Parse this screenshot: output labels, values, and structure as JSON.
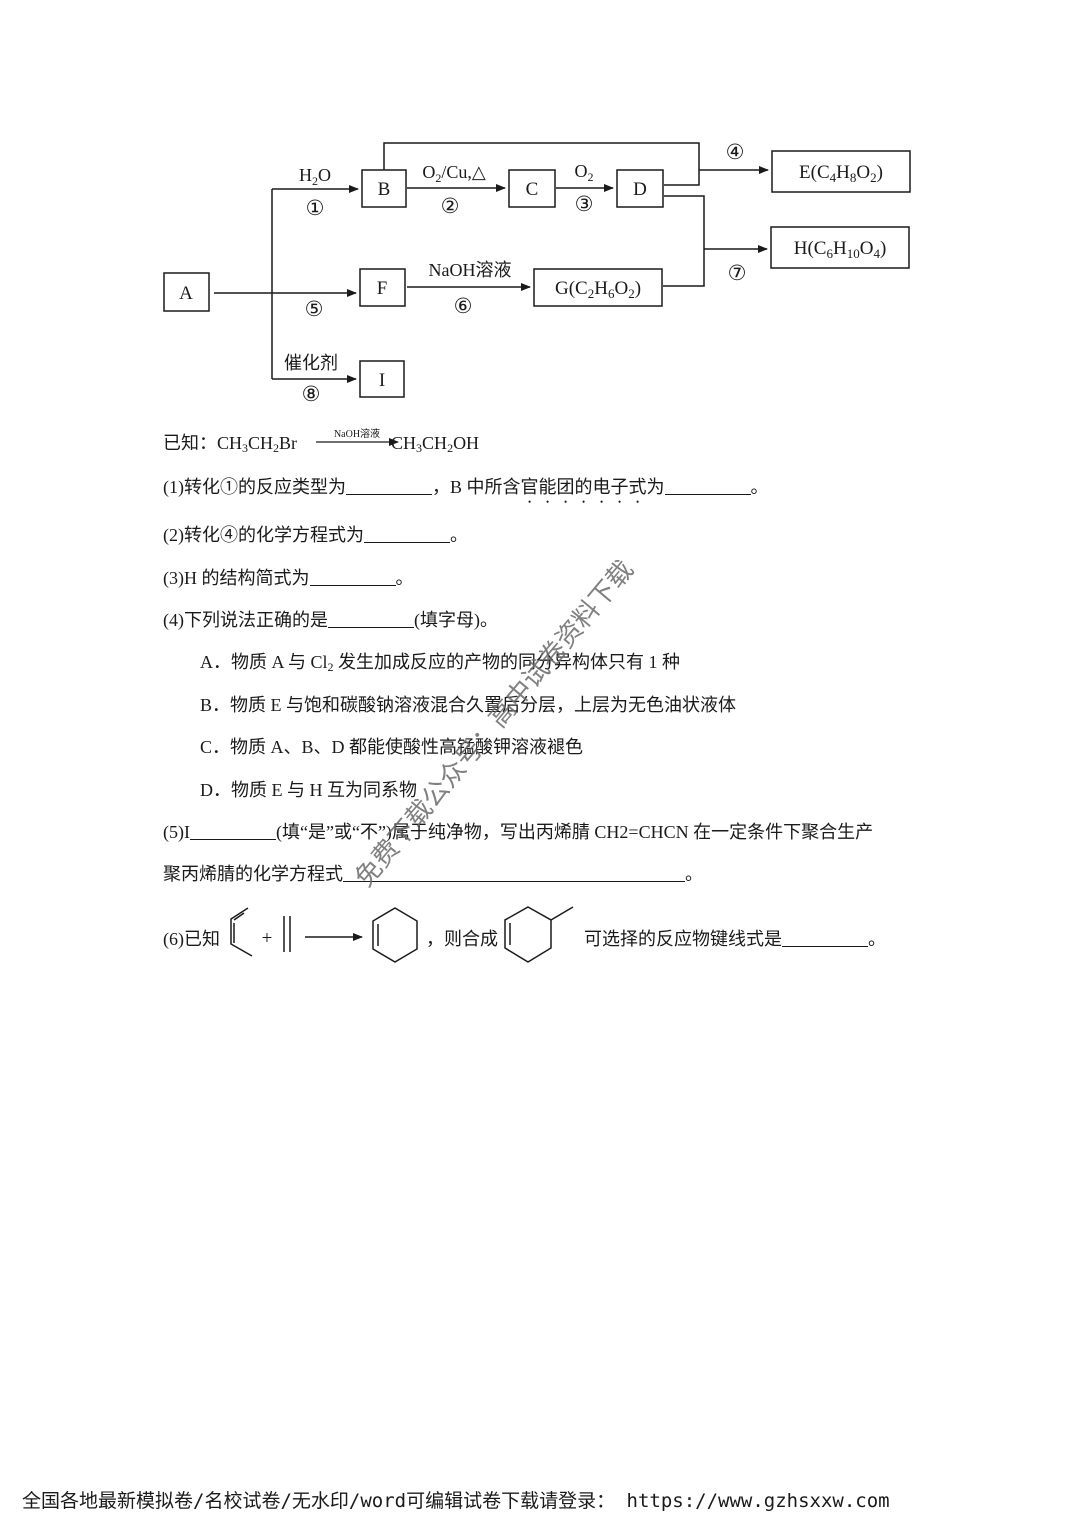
{
  "diagram": {
    "nodes": {
      "A": "A",
      "B": "B",
      "C": "C",
      "D": "D",
      "E": "E(C4H8O2)",
      "F": "F",
      "G": "G(C2H6O2)",
      "H": "H(C6H10O4)",
      "I": "I"
    },
    "reagents": {
      "r1": "H2O",
      "r2": "O2/Cu,△",
      "r3": "O2",
      "r6": "NaOH溶液",
      "r8": "催化剂"
    },
    "steps": {
      "s1": "①",
      "s2": "②",
      "s3": "③",
      "s4": "④",
      "s5": "⑤",
      "s6": "⑥",
      "s7": "⑦",
      "s8": "⑧"
    }
  },
  "known": {
    "prefix": "已知：",
    "reactant": "CH3CH2Br",
    "condition": "NaOH溶液",
    "product": "CH3CH2OH"
  },
  "questions": {
    "q1": {
      "part1": "(1)转化①的反应类型为",
      "part2": "，B 中所含",
      "emph": "官能团的电子式",
      "part3": "为",
      "end": "。"
    },
    "q2": {
      "text": "(2)转化④的化学方程式为",
      "end": "。"
    },
    "q3": {
      "text": "(3)H 的结构简式为",
      "end": "。"
    },
    "q4": {
      "text": "(4)下列说法正确的是",
      "end": "(填字母)。",
      "options": [
        "A．物质 A 与 Cl2 发生加成反应的产物的同分异构体只有 1 种",
        "B．物质 E 与饱和碳酸钠溶液混合久置后分层，上层为无色油状液体",
        "C．物质 A、B、D 都能使酸性高锰酸钾溶液褪色",
        "D．物质 E 与 H 互为同系物"
      ]
    },
    "q5": {
      "start": "(5)I",
      "mid": "(填“是”或“不”)属于纯净物，写出丙烯腈 CH2=CHCN 在一定条件下聚合生产",
      "line2": "聚丙烯腈的化学方程式",
      "end": "。"
    },
    "q6": {
      "start": "(6)已知",
      "plus": "+",
      "mid": "，则合成",
      "after": "可选择的反应物键线式是",
      "end": "。"
    }
  },
  "watermark": "免费下载公众号：高中试卷资料下载",
  "footer": "全国各地最新模拟卷/名校试卷/无水印/word可编辑试卷下载请登录： https://www.gzhsxxw.com"
}
